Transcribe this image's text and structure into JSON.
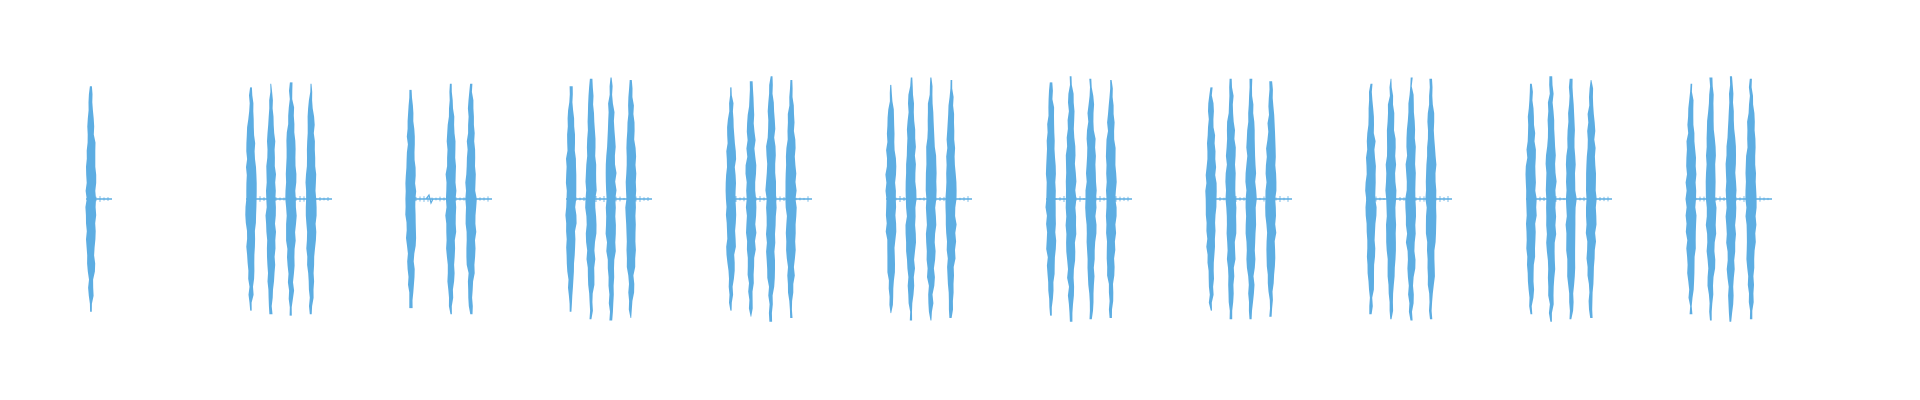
{
  "waveform": {
    "color": "#5dade2",
    "background": "#ffffff",
    "groups": [
      {
        "bursts": [
          {
            "amp": 0.91
          }
        ]
      },
      {
        "bursts": [
          {
            "amp": 0.9
          },
          {
            "amp": 0.93
          },
          {
            "amp": 0.94
          },
          {
            "amp": 0.93
          }
        ]
      },
      {
        "bursts": [
          {
            "amp": 0.88
          },
          {
            "gap": true
          },
          {
            "amp": 0.93
          },
          {
            "amp": 0.93
          }
        ]
      },
      {
        "bursts": [
          {
            "amp": 0.91
          },
          {
            "amp": 0.97
          },
          {
            "amp": 0.98
          },
          {
            "amp": 0.96
          }
        ]
      },
      {
        "bursts": [
          {
            "amp": 0.9
          },
          {
            "amp": 0.95
          },
          {
            "amp": 0.99
          },
          {
            "amp": 0.96
          }
        ]
      },
      {
        "bursts": [
          {
            "amp": 0.92
          },
          {
            "amp": 0.98
          },
          {
            "amp": 0.98
          },
          {
            "amp": 0.96
          }
        ]
      },
      {
        "bursts": [
          {
            "amp": 0.94
          },
          {
            "amp": 0.99
          },
          {
            "amp": 0.97
          },
          {
            "amp": 0.96
          }
        ]
      },
      {
        "bursts": [
          {
            "amp": 0.9
          },
          {
            "amp": 0.97
          },
          {
            "amp": 0.97
          },
          {
            "amp": 0.95
          }
        ]
      },
      {
        "bursts": [
          {
            "amp": 0.93
          },
          {
            "amp": 0.97
          },
          {
            "amp": 0.98
          },
          {
            "amp": 0.97
          }
        ]
      },
      {
        "bursts": [
          {
            "amp": 0.93
          },
          {
            "amp": 0.99
          },
          {
            "amp": 0.97
          },
          {
            "amp": 0.96
          }
        ]
      },
      {
        "bursts": [
          {
            "amp": 0.93
          },
          {
            "amp": 0.98
          },
          {
            "amp": 0.99
          },
          {
            "amp": 0.97
          }
        ]
      }
    ]
  }
}
